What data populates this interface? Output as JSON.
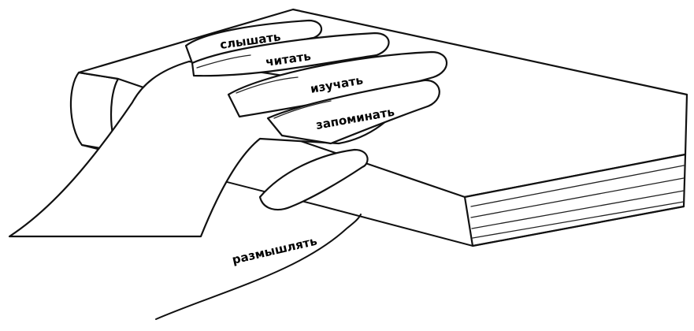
{
  "finger_labels": [
    {
      "id": "thumb",
      "text": "размышлять"
    },
    {
      "id": "index",
      "text": "запоминать"
    },
    {
      "id": "middle",
      "text": "изучать"
    },
    {
      "id": "ring",
      "text": "читать"
    },
    {
      "id": "little",
      "text": "слышать"
    }
  ],
  "colors": {
    "stroke": "#111111",
    "fill": "#ffffff",
    "text": "#000000"
  }
}
